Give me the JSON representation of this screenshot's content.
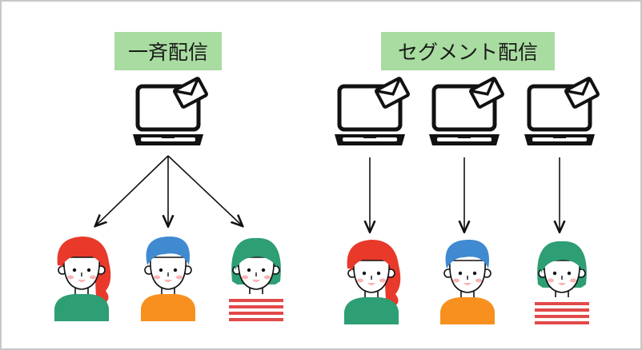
{
  "labels": {
    "broadcast": "一斉配信",
    "segment": "セグメント配信"
  },
  "colors": {
    "label_bg": "#a8dca0",
    "red_hair": "#e8392b",
    "blue_hair": "#3f8ad0",
    "green_hair": "#2e9e74",
    "green_shirt": "#2e9e74",
    "orange_shirt": "#f7901e",
    "stripe": "#e24a4a",
    "cheek": "#f8b4b4"
  },
  "people": [
    {
      "hair": "long-red",
      "shirt": "green"
    },
    {
      "hair": "short-blue",
      "shirt": "orange"
    },
    {
      "hair": "bob-green",
      "shirt": "striped"
    }
  ]
}
